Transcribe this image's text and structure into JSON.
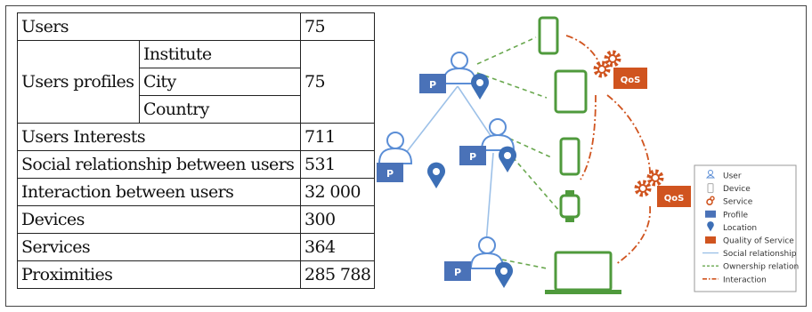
{
  "table": {
    "rows": [
      {
        "label": "Users",
        "value": "75"
      },
      {
        "label": "Users profiles",
        "subs": [
          "Institute",
          "City",
          "Country"
        ],
        "value": "75"
      },
      {
        "label": "Users Interests",
        "value": "711"
      },
      {
        "label": "Social relationship between users",
        "value": "531"
      },
      {
        "label": "Interaction between users",
        "value": "32 000"
      },
      {
        "label": "Devices",
        "value": "300"
      },
      {
        "label": "Services",
        "value": "364"
      },
      {
        "label": "Proximities",
        "value": "285 788"
      }
    ]
  },
  "diagram": {
    "profile_badge": "P",
    "qos_badge": "QoS",
    "legend": {
      "items": [
        {
          "icon": "user-icon",
          "label": "User"
        },
        {
          "icon": "device-icon",
          "label": "Device"
        },
        {
          "icon": "service-icon",
          "label": "Service"
        },
        {
          "icon": "profile-icon",
          "label": "Profile"
        },
        {
          "icon": "location-icon",
          "label": "Location"
        },
        {
          "icon": "qos-icon",
          "label": "Quality of Service"
        },
        {
          "icon": "social-line",
          "label": "Social relationship"
        },
        {
          "icon": "ownership-line",
          "label": "Ownership relation"
        },
        {
          "icon": "interaction-line",
          "label": "Interaction"
        }
      ]
    },
    "colors": {
      "user": "#5b8ed6",
      "profile": "#4a72b8",
      "location": "#3d6fb6",
      "device": "#4f9a3c",
      "service": "#d0541f",
      "social_line": "#9dc1e8",
      "ownership_line": "#6aa84f",
      "interaction_line": "#d0541f"
    }
  }
}
